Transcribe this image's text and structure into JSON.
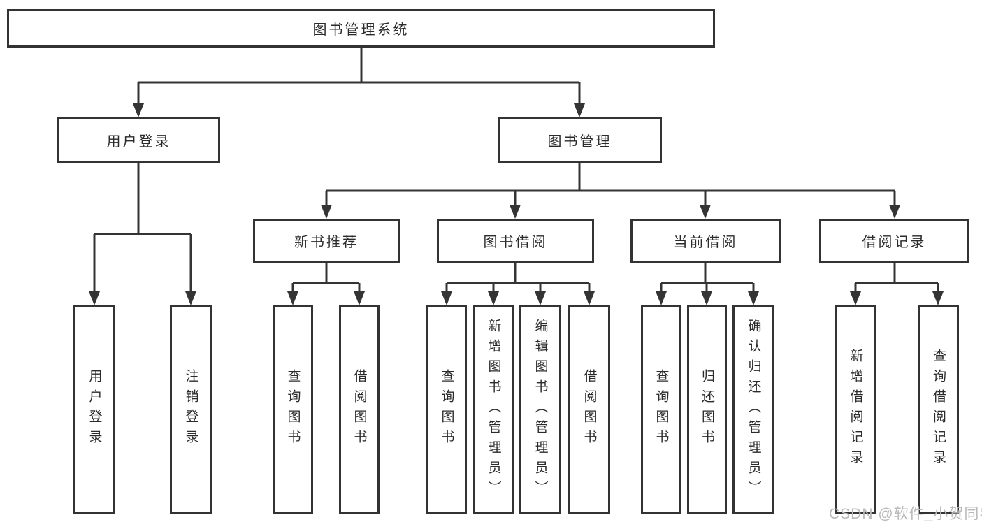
{
  "diagram_type": "hierarchy",
  "hierarchy": {
    "label": "图书管理系统",
    "children": [
      {
        "label": "用户登录",
        "children": [
          {
            "label": "用户登录"
          },
          {
            "label": "注销登录"
          }
        ]
      },
      {
        "label": "图书管理",
        "children": [
          {
            "label": "新书推荐",
            "children": [
              {
                "label": "查询图书"
              },
              {
                "label": "借阅图书"
              }
            ]
          },
          {
            "label": "图书借阅",
            "children": [
              {
                "label": "查询图书"
              },
              {
                "label": "新增图书（管理员）"
              },
              {
                "label": "编辑图书（管理员）"
              },
              {
                "label": "借阅图书"
              }
            ]
          },
          {
            "label": "当前借阅",
            "children": [
              {
                "label": "查询图书"
              },
              {
                "label": "归还图书"
              },
              {
                "label": "确认归还（管理员）"
              }
            ]
          },
          {
            "label": "借阅记录",
            "children": [
              {
                "label": "新增借阅记录"
              },
              {
                "label": "查询借阅记录"
              }
            ]
          }
        ]
      }
    ]
  },
  "watermark": "CSDN @软件_小贺同学",
  "colors": {
    "line": "#343434",
    "box_border": "#333333",
    "text": "#2b2b2b",
    "watermark": "#b9b9b9",
    "background": "#ffffff"
  }
}
